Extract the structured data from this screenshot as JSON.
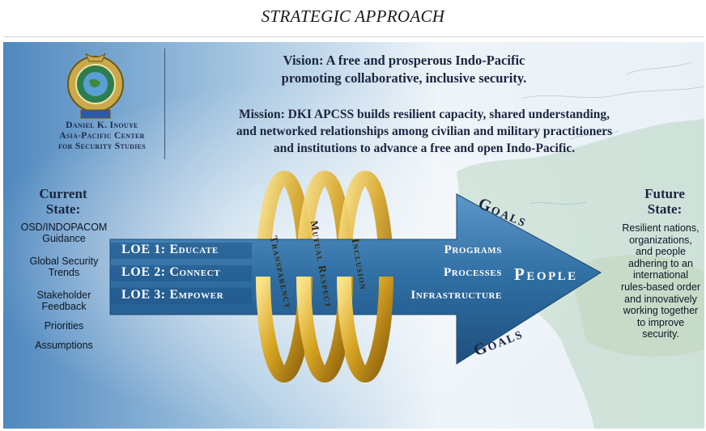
{
  "header": {
    "title": "STRATEGIC APPROACH"
  },
  "organization": {
    "name_lines": [
      "Daniel K. Inouye",
      "Asia-Pacific Center",
      "for Security Studies"
    ]
  },
  "vision": {
    "lines": [
      "Vision: A free and prosperous Indo-Pacific",
      "promoting collaborative, inclusive security."
    ]
  },
  "mission": {
    "lines": [
      "Mission: DKI APCSS builds resilient capacity, shared understanding,",
      "and networked relationships among civilian and military practitioners",
      "and institutions to advance a free and open Indo-Pacific."
    ]
  },
  "current_state": {
    "heading_lines": [
      "Current",
      "State:"
    ],
    "items": [
      {
        "lines": [
          "OSD/INDOPACOM",
          "Guidance"
        ]
      },
      {
        "lines": [
          "Global Security",
          "Trends"
        ]
      },
      {
        "lines": [
          "Stakeholder",
          "Feedback"
        ]
      },
      {
        "lines": [
          "Priorities"
        ]
      },
      {
        "lines": [
          "Assumptions"
        ]
      }
    ]
  },
  "future_state": {
    "heading_lines": [
      "Future",
      "State:"
    ],
    "text_lines": [
      "Resilient nations,",
      "organizations,",
      "and people",
      "adhering to an",
      "international",
      "rules-based order",
      "and innovatively",
      "working together",
      "to improve",
      "security."
    ]
  },
  "lines_of_effort": [
    "LOE 1: Educate",
    "LOE 2: Connect",
    "LOE 3: Empower"
  ],
  "outputs": [
    "Programs",
    "Processes",
    "Infrastructure"
  ],
  "people_label": "People",
  "goals_label": "Goals",
  "values": [
    "Transparency",
    "Mutual Respect",
    "Inclusion"
  ],
  "colors": {
    "background_light": "#f4f8fb",
    "background_blue": "#4f88bf",
    "arrow_blue": "#2f6ea3",
    "arrow_dark": "#1f4f7d",
    "ring_gold": "#d8a523",
    "text_navy": "#1b2540"
  },
  "icons": {
    "logo": "seal-emblem-icon"
  }
}
